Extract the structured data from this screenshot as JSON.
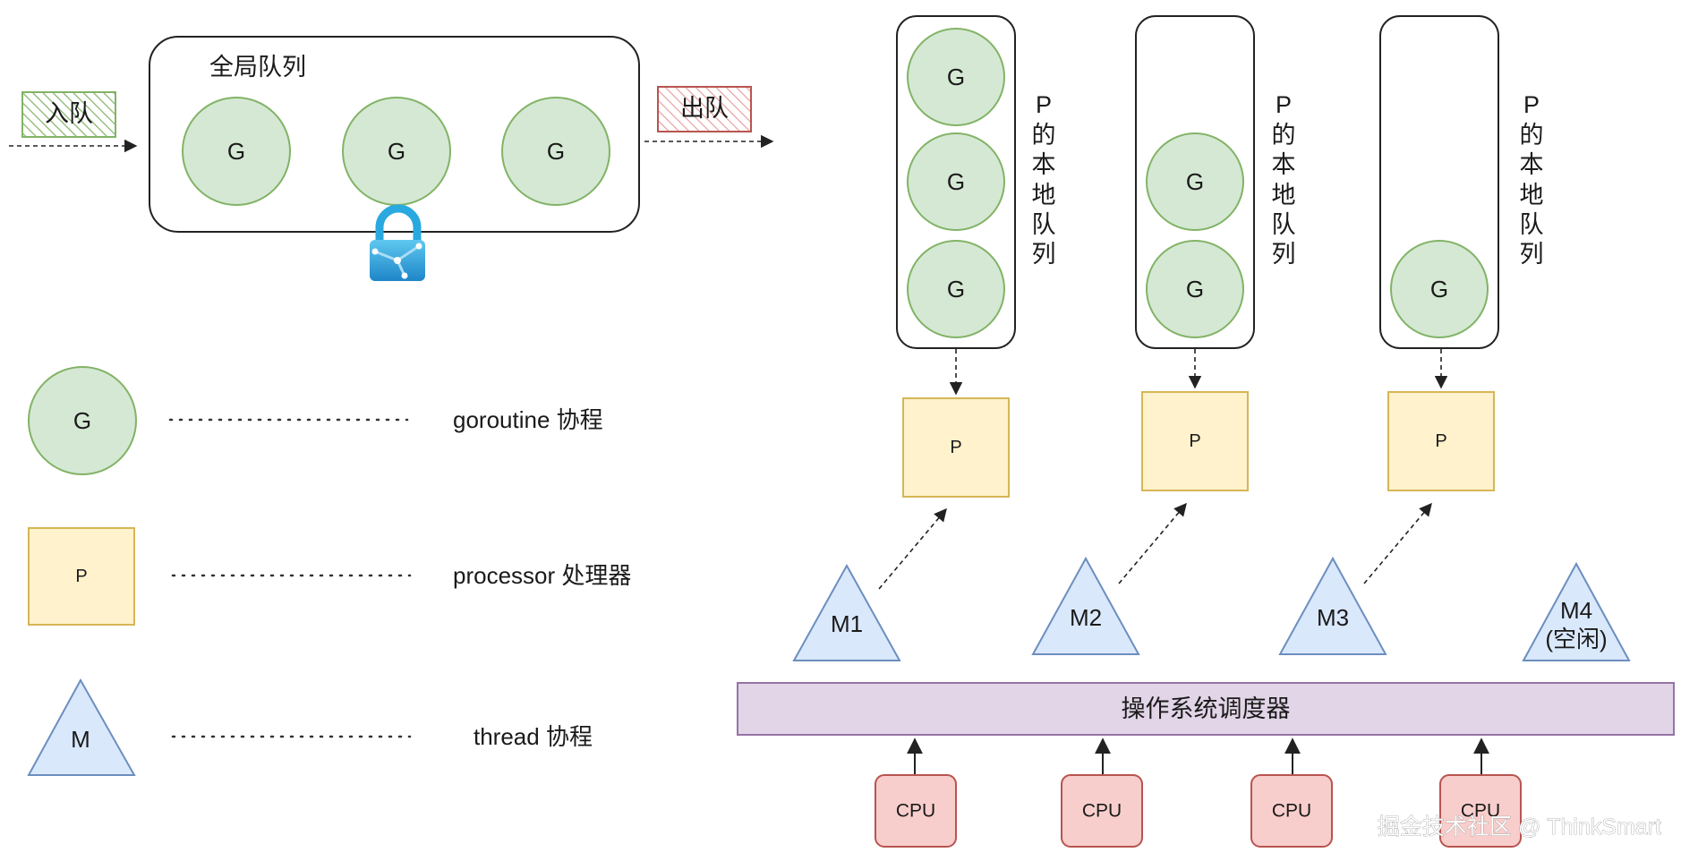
{
  "global_queue": {
    "title": "全局队列",
    "enqueue_label": "入队",
    "dequeue_label": "出队",
    "goroutines": [
      "G",
      "G",
      "G"
    ],
    "lock_icon": "lock-icon"
  },
  "local_queues": [
    {
      "label_chars": [
        "P",
        "的",
        "本",
        "地",
        "队",
        "列"
      ],
      "goroutines": [
        "G",
        "G",
        "G"
      ],
      "processor": "P",
      "thread": "M1"
    },
    {
      "label_chars": [
        "P",
        "的",
        "本",
        "地",
        "队",
        "列"
      ],
      "goroutines": [
        "G",
        "G"
      ],
      "processor": "P",
      "thread": "M2"
    },
    {
      "label_chars": [
        "P",
        "的",
        "本",
        "地",
        "队",
        "列"
      ],
      "goroutines": [
        "G"
      ],
      "processor": "P",
      "thread": "M3"
    }
  ],
  "idle_thread": {
    "line1": "M4",
    "line2": "(空闲)"
  },
  "scheduler": {
    "label": "操作系统调度器"
  },
  "cpus": [
    "CPU",
    "CPU",
    "CPU",
    "CPU"
  ],
  "legend": [
    {
      "symbol": "G",
      "text": "goroutine 协程"
    },
    {
      "symbol": "P",
      "text": "processor 处理器"
    },
    {
      "symbol": "M",
      "text": "thread 协程"
    }
  ],
  "watermark": "掘金技术社区 @ ThinkSmart",
  "colors": {
    "goroutine_fill": "#d5e8d4",
    "goroutine_stroke": "#82b366",
    "processor_fill": "#fff2cc",
    "processor_stroke": "#d6b656",
    "thread_fill": "#dae8fc",
    "thread_stroke": "#6c8ebf",
    "cpu_fill": "#f8cecc",
    "cpu_stroke": "#b85450",
    "scheduler_fill": "#e1d5e7",
    "scheduler_stroke": "#9673a6"
  }
}
